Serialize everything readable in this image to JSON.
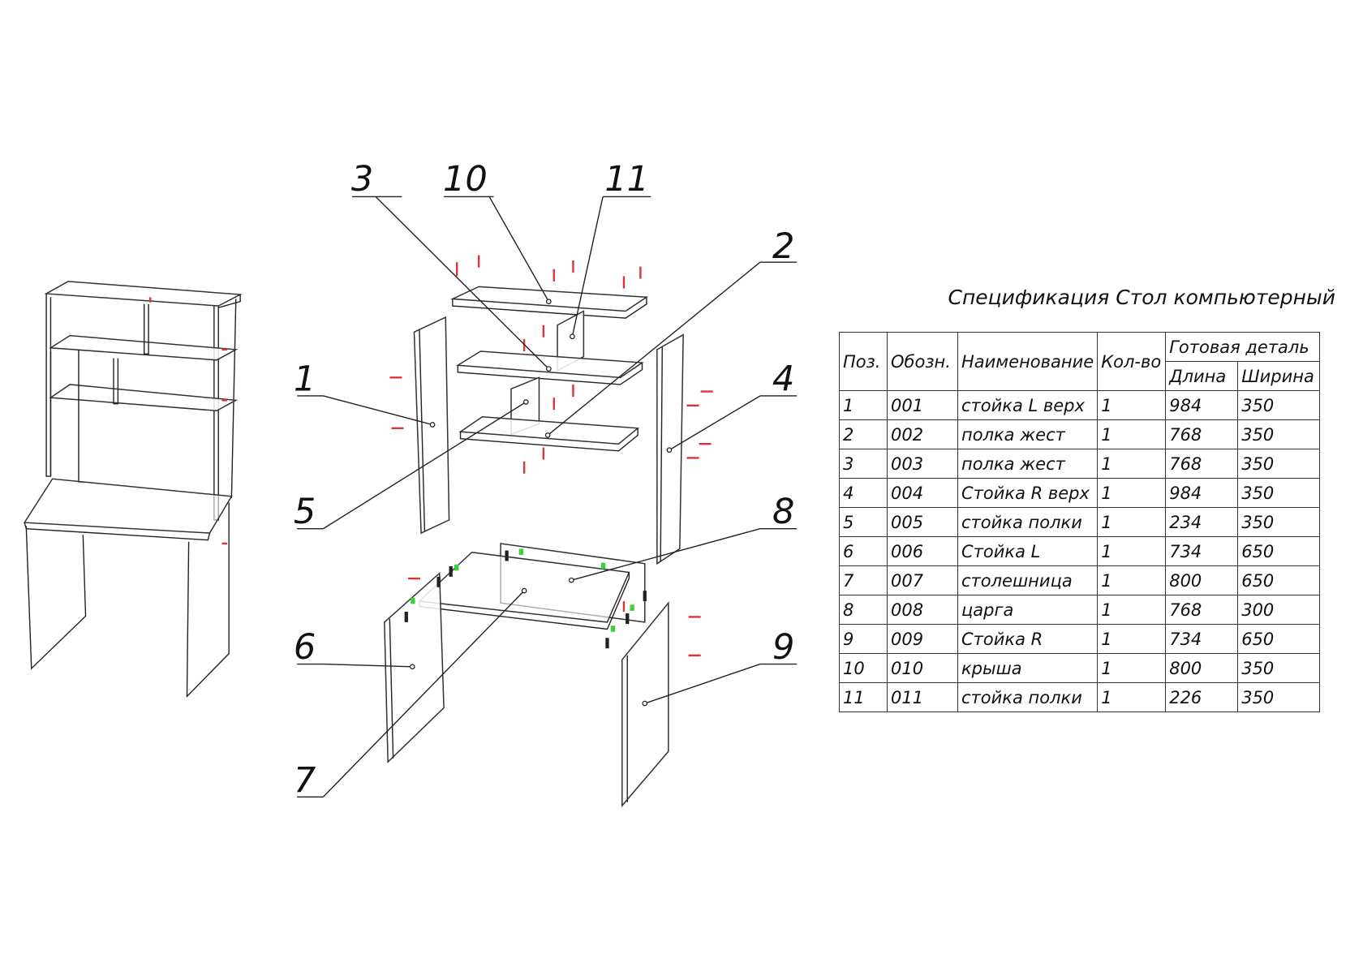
{
  "callouts": {
    "p1": "1",
    "p2": "2",
    "p3": "3",
    "p4": "4",
    "p5": "5",
    "p6": "6",
    "p7": "7",
    "p8": "8",
    "p9": "9",
    "p10": "10",
    "p11": "11"
  },
  "spec": {
    "title": "Спецификация Стол компьютерный",
    "headers": {
      "pos": "Поз.",
      "code": "Обозн.",
      "name": "Наименование",
      "qty": "Кол-во",
      "finished": "Готовая деталь",
      "length": "Длина",
      "width": "Ширина"
    },
    "rows": [
      {
        "pos": "1",
        "code": "001",
        "name": "стойка L верх",
        "qty": "1",
        "length": "984",
        "width": "350"
      },
      {
        "pos": "2",
        "code": "002",
        "name": "полка жест",
        "qty": "1",
        "length": "768",
        "width": "350"
      },
      {
        "pos": "3",
        "code": "003",
        "name": "полка жест",
        "qty": "1",
        "length": "768",
        "width": "350"
      },
      {
        "pos": "4",
        "code": "004",
        "name": "Стойка R верх",
        "qty": "1",
        "length": "984",
        "width": "350"
      },
      {
        "pos": "5",
        "code": "005",
        "name": "стойка полки",
        "qty": "1",
        "length": "234",
        "width": "350"
      },
      {
        "pos": "6",
        "code": "006",
        "name": "Стойка L",
        "qty": "1",
        "length": "734",
        "width": "650"
      },
      {
        "pos": "7",
        "code": "007",
        "name": "столешница",
        "qty": "1",
        "length": "800",
        "width": "650"
      },
      {
        "pos": "8",
        "code": "008",
        "name": "царга",
        "qty": "1",
        "length": "768",
        "width": "300"
      },
      {
        "pos": "9",
        "code": "009",
        "name": "Стойка R",
        "qty": "1",
        "length": "734",
        "width": "650"
      },
      {
        "pos": "10",
        "code": "010",
        "name": "крыша",
        "qty": "1",
        "length": "800",
        "width": "350"
      },
      {
        "pos": "11",
        "code": "011",
        "name": "стойка полки",
        "qty": "1",
        "length": "226",
        "width": "350"
      }
    ]
  },
  "colors": {
    "screw": "#e0303a",
    "dowel": "#3cd13c",
    "line": "#222222"
  }
}
